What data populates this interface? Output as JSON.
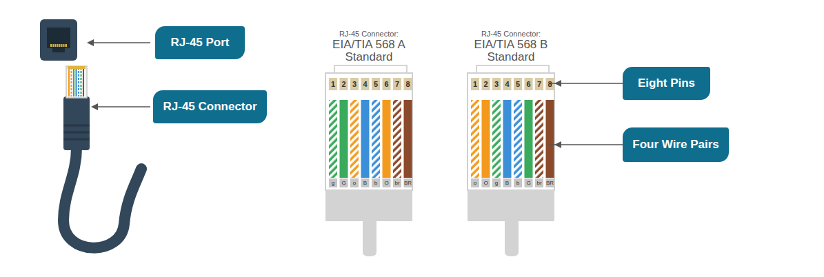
{
  "diagram": {
    "nodes": [
      {
        "text": [
          "RJ-45 Port"
        ]
      },
      {
        "text": [
          "RJ-45 Connector"
        ]
      },
      {
        "text": [
          "RJ-45 Connector:",
          "EIA/TIA 568 A Standard"
        ]
      },
      {
        "text": [
          "RJ-45 Connector:",
          "EIA/TIA 568 B Standard"
        ]
      },
      {
        "text": [
          "Eight Pins"
        ]
      },
      {
        "text": [
          "Four Wire Pairs"
        ]
      }
    ],
    "edges": [
      {
        "from": 4,
        "to": 3,
        "arrow": "to"
      },
      {
        "from": 5,
        "to": 3,
        "arrow": "to"
      }
    ],
    "labels": [
      "1",
      "2",
      "3",
      "4",
      "5",
      "6",
      "7",
      "8",
      "g",
      "G",
      "o",
      "B",
      "b",
      "O",
      "br",
      "BR",
      "1",
      "2",
      "3",
      "4",
      "5",
      "6",
      "7",
      "8",
      "o",
      "O",
      "g",
      "B",
      "b",
      "G",
      "br",
      "BR"
    ]
  }
}
